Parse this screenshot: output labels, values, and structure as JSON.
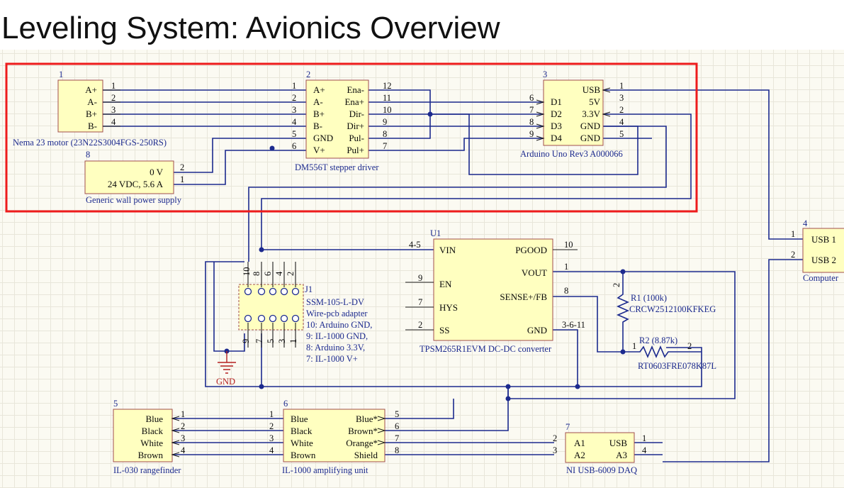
{
  "title": "Leveling System: Avionics Overview",
  "colors": {
    "wire": "#1c2a8e",
    "part_fill": "#ffffc0",
    "highlight": "#ee1c1c",
    "ground": "#b42020"
  },
  "parts": {
    "motor": {
      "designator": "1",
      "name": "Nema 23 motor (23N22S3004FGS-250RS)",
      "pins": [
        {
          "label": "A+",
          "num": "1"
        },
        {
          "label": "A-",
          "num": "2"
        },
        {
          "label": "B+",
          "num": "3"
        },
        {
          "label": "B-",
          "num": "4"
        }
      ]
    },
    "driver": {
      "designator": "2",
      "name": "DM556T stepper driver",
      "left_pins": [
        {
          "label": "A+",
          "num": "1"
        },
        {
          "label": "A-",
          "num": "2"
        },
        {
          "label": "B+",
          "num": "3"
        },
        {
          "label": "B-",
          "num": "4"
        },
        {
          "label": "GND",
          "num": "5"
        },
        {
          "label": "V+",
          "num": "6"
        }
      ],
      "right_pins": [
        {
          "label": "Ena-",
          "num": "12"
        },
        {
          "label": "Ena+",
          "num": "11"
        },
        {
          "label": "Dir-",
          "num": "10"
        },
        {
          "label": "Dir+",
          "num": "9"
        },
        {
          "label": "Pul-",
          "num": "8"
        },
        {
          "label": "Pul+",
          "num": "7"
        }
      ]
    },
    "arduino": {
      "designator": "3",
      "name": "Arduino Uno Rev3 A000066",
      "left_pins": [
        {
          "label": "D1",
          "num": "6"
        },
        {
          "label": "D2",
          "num": "7"
        },
        {
          "label": "D3",
          "num": "8"
        },
        {
          "label": "D4",
          "num": "9"
        }
      ],
      "right_pins": [
        {
          "label": "USB",
          "num": "1"
        },
        {
          "label": "5V",
          "num": "3"
        },
        {
          "label": "3.3V",
          "num": "2"
        },
        {
          "label": "GND",
          "num": "4"
        },
        {
          "label": "GND",
          "num": "5"
        }
      ]
    },
    "power": {
      "designator": "8",
      "name": "Generic wall power supply",
      "pins": [
        {
          "label": "0 V",
          "num": "2"
        },
        {
          "label": "24 VDC, 5.6 A",
          "num": "1"
        }
      ]
    },
    "computer": {
      "designator": "4",
      "name": "Computer",
      "pins": [
        {
          "label": "USB 1",
          "num": "1"
        },
        {
          "label": "USB 2",
          "num": "2"
        }
      ]
    },
    "converter": {
      "designator": "U1",
      "name": "TPSM265R1EVM DC-DC converter",
      "left_pins": [
        {
          "label": "VIN",
          "num": "4-5"
        },
        {
          "label": "EN",
          "num": "9"
        },
        {
          "label": "HYS",
          "num": "7"
        },
        {
          "label": "SS",
          "num": "2"
        }
      ],
      "right_pins": [
        {
          "label": "PGOOD",
          "num": "10"
        },
        {
          "label": "VOUT",
          "num": "1"
        },
        {
          "label": "SENSE+/FB",
          "num": "8"
        },
        {
          "label": "GND",
          "num": "3-6-11"
        }
      ]
    },
    "r1": {
      "designator": "R1 (100k)",
      "part": "CRCW2512100KFKEG",
      "pin_top": "2"
    },
    "r2": {
      "designator": "R2 (8.87k)",
      "part": "RT0603FRE078K87L",
      "pin_left": "1",
      "pin_right": "2"
    },
    "j1": {
      "designator": "J1",
      "part": "SSM-105-L-DV",
      "desc": [
        "Wire-pcb adapter",
        "10: Arduino GND,",
        "9: IL-1000 GND,",
        "8: Arduino 3.3V,",
        "7: IL-1000 V+"
      ],
      "top_nums": [
        "10",
        "8",
        "6",
        "4",
        "2"
      ],
      "bottom_nums": [
        "9",
        "7",
        "5",
        "3",
        "1"
      ]
    },
    "ground": {
      "label": "GND"
    },
    "rangefinder": {
      "designator": "5",
      "name": "IL-030 rangefinder",
      "pins": [
        {
          "label": "Blue",
          "num": "1"
        },
        {
          "label": "Black",
          "num": "2"
        },
        {
          "label": "White",
          "num": "3"
        },
        {
          "label": "Brown",
          "num": "4"
        }
      ]
    },
    "amplifier": {
      "designator": "6",
      "name": "IL-1000 amplifying unit",
      "left_pins": [
        {
          "label": "Blue",
          "num": "1"
        },
        {
          "label": "Black",
          "num": "2"
        },
        {
          "label": "White",
          "num": "3"
        },
        {
          "label": "Brown",
          "num": "4"
        }
      ],
      "right_pins": [
        {
          "label": "Blue*",
          "num": "5"
        },
        {
          "label": "Brown*",
          "num": "6"
        },
        {
          "label": "Orange*",
          "num": "7"
        },
        {
          "label": "Shield",
          "num": "8"
        }
      ]
    },
    "daq": {
      "designator": "7",
      "name": "NI USB-6009 DAQ",
      "left_pins": [
        {
          "label": "A1",
          "num": "2"
        },
        {
          "label": "A2",
          "num": "3"
        }
      ],
      "right_pins": [
        {
          "label": "USB",
          "num": "1"
        },
        {
          "label": "A3",
          "num": "4"
        }
      ]
    }
  }
}
